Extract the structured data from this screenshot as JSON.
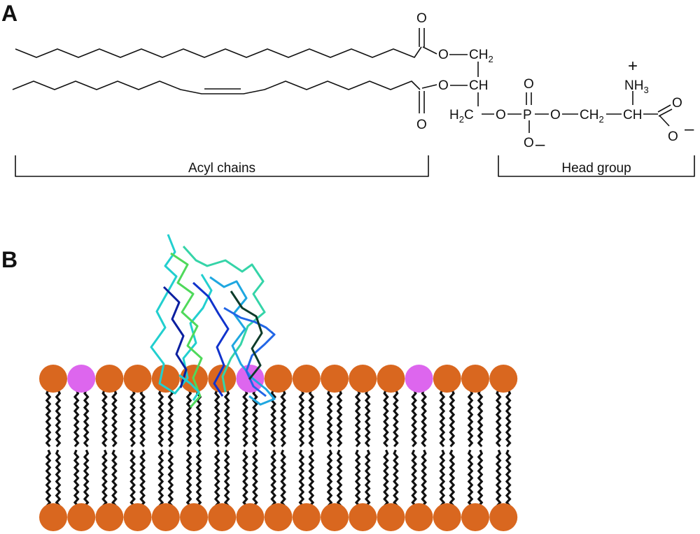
{
  "panels": {
    "a": "A",
    "b": "B"
  },
  "chem": {
    "O": "O",
    "C": "C",
    "CH": "CH",
    "H": "H",
    "P": "P",
    "NH": "NH",
    "sub2": "2",
    "sub3": "3",
    "plus": "+",
    "minus": "–"
  },
  "brackets": {
    "acyl": "Acyl chains",
    "head": "Head group"
  },
  "colors": {
    "head_normal": "#d9671f",
    "head_highlight": "#dd66ee",
    "tails": "#111111",
    "protein": [
      "#22cfcf",
      "#35d4a8",
      "#4fd95a",
      "#1fa7e0",
      "#2266e6",
      "#1133cc",
      "#0a1fa0",
      "#0d3b2a"
    ]
  },
  "membrane": {
    "lipid_count": 17,
    "highlighted_top": [
      1,
      7,
      13
    ]
  }
}
